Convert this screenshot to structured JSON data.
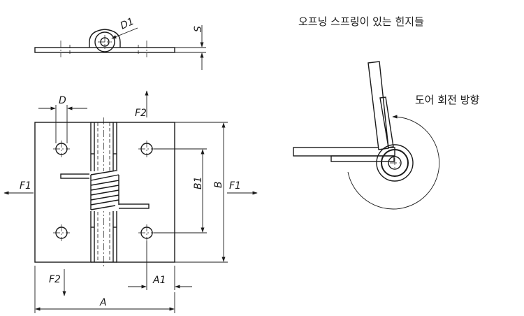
{
  "captions": {
    "title": "오프닝 스프링이 있는 힌지들",
    "rotation_direction": "도어 회전 방향"
  },
  "dimensions": {
    "A": "A",
    "A1": "A1",
    "B": "B",
    "B1": "B1",
    "D": "D",
    "D1": "D1",
    "S": "S"
  },
  "forces": {
    "F1_left": "F1",
    "F1_right": "F1",
    "F2_top": "F2",
    "F2_bottom": "F2"
  },
  "colors": {
    "line": "#1a1a1a",
    "background": "#ffffff"
  }
}
